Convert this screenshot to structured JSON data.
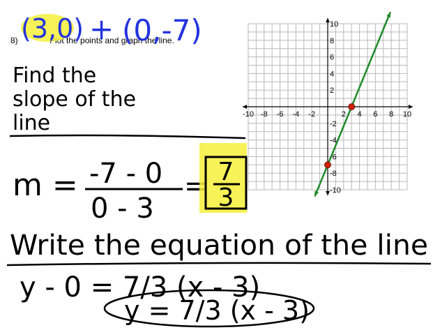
{
  "problem": {
    "number": "8)",
    "instruction": "Plot the points and graph the line."
  },
  "handwriting": {
    "point_a": "(3,0)",
    "connector": "+",
    "point_b": "(0,-7)",
    "find_slope": [
      "Find the",
      "slope of the",
      "line"
    ],
    "slope_lhs": "m =",
    "slope_numerator": "-7 - 0",
    "slope_denominator": "0 - 3",
    "slope_result_num": "7",
    "slope_result_den": "3",
    "write_equation": "Write the equation of the line",
    "point_slope": "y - 0 = 7/3 (x - 3)",
    "final_answer": "y = 7/3 (x - 3)"
  },
  "graph": {
    "x_ticks": [
      "-10",
      "-8",
      "-6",
      "-4",
      "-2",
      "2",
      "4",
      "6",
      "8",
      "10"
    ],
    "y_ticks": [
      "10",
      "8",
      "6",
      "4",
      "2",
      "-2",
      "-4",
      "-6",
      "-8",
      "-10"
    ],
    "x_tick_values": [
      -10,
      -8,
      -6,
      -4,
      -2,
      2,
      4,
      6,
      8,
      10
    ],
    "y_tick_values": [
      10,
      8,
      6,
      4,
      2,
      -2,
      -4,
      -6,
      -8,
      -10
    ],
    "xlim": [
      -10,
      10
    ],
    "ylim": [
      -10,
      10
    ],
    "points": [
      {
        "x": 3,
        "y": 0
      },
      {
        "x": 0,
        "y": -7
      }
    ],
    "line_slope": 2.3333,
    "line_intercept": -7,
    "colors": {
      "line": "#1f8a2a",
      "point": "#cc2200",
      "grid": "#b9b9b9",
      "ink_blue": "#2233dd",
      "highlight": "#f4f03a"
    }
  }
}
